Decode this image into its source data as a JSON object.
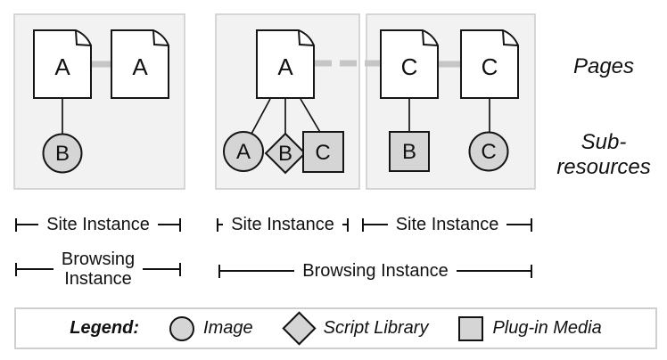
{
  "labels": {
    "pages": "Pages",
    "subresources_lines": [
      "Sub-",
      "resources"
    ]
  },
  "diagram": {
    "site_boxes": [
      {
        "pages": [
          {
            "label": "A"
          },
          {
            "label": "A"
          }
        ],
        "subresources": [
          {
            "shape": "circle",
            "label": "B"
          }
        ]
      },
      {
        "pages": [
          {
            "label": "A"
          }
        ],
        "subresources": [
          {
            "shape": "circle",
            "label": "A"
          },
          {
            "shape": "diamond",
            "label": "B"
          },
          {
            "shape": "square",
            "label": "C"
          }
        ]
      },
      {
        "pages": [
          {
            "label": "C"
          },
          {
            "label": "C"
          }
        ],
        "subresources": [
          {
            "shape": "square",
            "label": "B"
          },
          {
            "shape": "circle",
            "label": "C"
          }
        ]
      }
    ],
    "connectors": {
      "same_site": "solid-gray",
      "cross_site": "dashed-gray"
    }
  },
  "brackets": {
    "site_instances": [
      "Site Instance",
      "Site Instance",
      "Site Instance"
    ],
    "browsing_instance_left_lines": [
      "Browsing",
      "Instance"
    ],
    "browsing_instance_right": "Browsing Instance"
  },
  "legend": {
    "title": "Legend:",
    "items": [
      {
        "shape": "circle",
        "label": "Image"
      },
      {
        "shape": "diamond",
        "label": "Script Library"
      },
      {
        "shape": "square",
        "label": "Plug-in Media"
      }
    ]
  },
  "colors": {
    "box_fill": "#f2f2f2",
    "box_border": "#cbcbcb",
    "shape_fill": "#d5d5d5",
    "connector_gray": "#c6c6c6",
    "line_black": "#111111",
    "page_fill": "#ffffff"
  }
}
